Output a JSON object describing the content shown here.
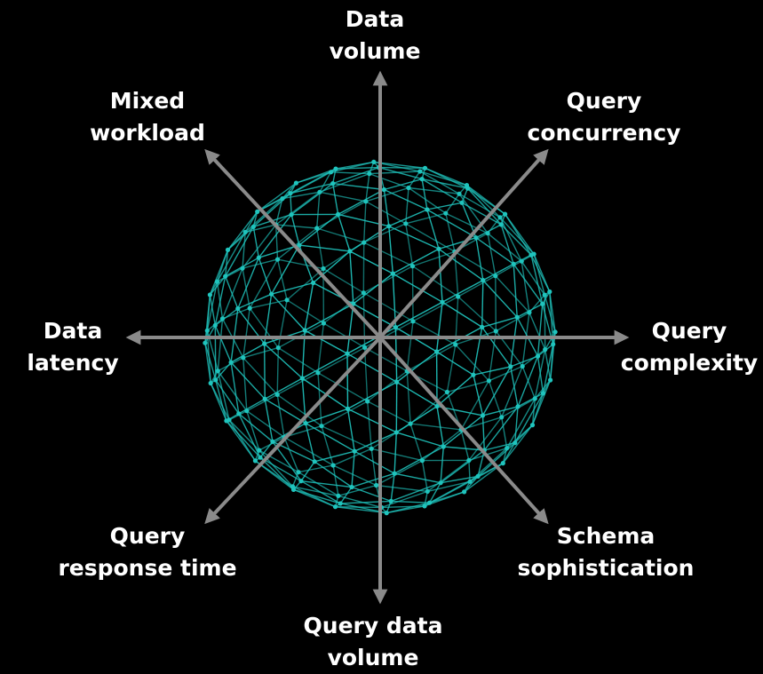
{
  "colors": {
    "background": "#000000",
    "sphere": "#1fc4bd",
    "arrow": "#8a8a8a",
    "text": "#ffffff"
  },
  "axes": {
    "data_volume": [
      "Data",
      "volume"
    ],
    "query_concurrency": [
      "Query",
      "concurrency"
    ],
    "query_complexity": [
      "Query",
      "complexity"
    ],
    "schema_sophistication": [
      "Schema",
      "sophistication"
    ],
    "query_data_volume": [
      "Query data",
      "volume"
    ],
    "query_response_time": [
      "Query",
      "response time"
    ],
    "data_latency": [
      "Data",
      "latency"
    ],
    "mixed_workload": [
      "Mixed",
      "workload"
    ]
  }
}
